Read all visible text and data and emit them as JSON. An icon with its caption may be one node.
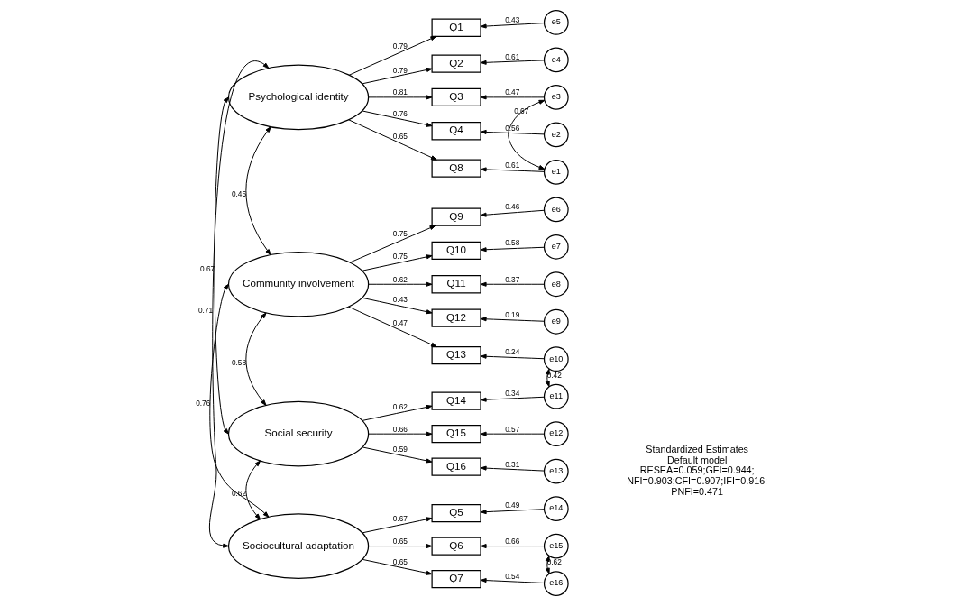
{
  "diagram": {
    "nodes": [
      {
        "text": [
          "Psychological identity"
        ]
      },
      {
        "text": [
          "Q1"
        ]
      },
      {
        "text": [
          "Q2"
        ]
      },
      {
        "text": [
          "Q3"
        ]
      },
      {
        "text": [
          "Q4"
        ]
      },
      {
        "text": [
          "Q8"
        ]
      },
      {
        "text": [
          "e5"
        ]
      },
      {
        "text": [
          "e4"
        ]
      },
      {
        "text": [
          "e3"
        ]
      },
      {
        "text": [
          "e2"
        ]
      },
      {
        "text": [
          "e1"
        ]
      },
      {
        "text": [
          "Community involvement"
        ]
      },
      {
        "text": [
          "Q9"
        ]
      },
      {
        "text": [
          "Q10"
        ]
      },
      {
        "text": [
          "Q11"
        ]
      },
      {
        "text": [
          "Q12"
        ]
      },
      {
        "text": [
          "Q13"
        ]
      },
      {
        "text": [
          "e6"
        ]
      },
      {
        "text": [
          "e7"
        ]
      },
      {
        "text": [
          "e8"
        ]
      },
      {
        "text": [
          "e9"
        ]
      },
      {
        "text": [
          "e10"
        ]
      },
      {
        "text": [
          "Social security"
        ]
      },
      {
        "text": [
          "Q14"
        ]
      },
      {
        "text": [
          "Q15"
        ]
      },
      {
        "text": [
          "Q16"
        ]
      },
      {
        "text": [
          "e11"
        ]
      },
      {
        "text": [
          "e12"
        ]
      },
      {
        "text": [
          "e13"
        ]
      },
      {
        "text": [
          "Sociocultural adaptation"
        ]
      },
      {
        "text": [
          "Q5"
        ]
      },
      {
        "text": [
          "Q6"
        ]
      },
      {
        "text": [
          "Q7"
        ]
      },
      {
        "text": [
          "e14"
        ]
      },
      {
        "text": [
          "e15"
        ]
      },
      {
        "text": [
          "e16"
        ]
      }
    ],
    "edges": [
      {
        "from": 0,
        "to": 1,
        "arrow": "to",
        "label": "0.79"
      },
      {
        "from": 0,
        "to": 2,
        "arrow": "to",
        "label": "0.79"
      },
      {
        "from": 0,
        "to": 3,
        "arrow": "to",
        "label": "0.81"
      },
      {
        "from": 0,
        "to": 4,
        "arrow": "to",
        "label": "0.76"
      },
      {
        "from": 0,
        "to": 5,
        "arrow": "to",
        "label": "0.65"
      },
      {
        "from": 6,
        "to": 1,
        "arrow": "to",
        "label": "0.43"
      },
      {
        "from": 7,
        "to": 2,
        "arrow": "to",
        "label": "0.61"
      },
      {
        "from": 8,
        "to": 3,
        "arrow": "to",
        "label": "0.47"
      },
      {
        "from": 9,
        "to": 4,
        "arrow": "to",
        "label": "0.56"
      },
      {
        "from": 10,
        "to": 5,
        "arrow": "to",
        "label": "0.61"
      },
      {
        "from": 8,
        "to": 10,
        "arrow": "both",
        "label": "0.67"
      },
      {
        "from": 11,
        "to": 12,
        "arrow": "to",
        "label": "0.75"
      },
      {
        "from": 11,
        "to": 13,
        "arrow": "to",
        "label": "0.75"
      },
      {
        "from": 11,
        "to": 14,
        "arrow": "to",
        "label": "0.62"
      },
      {
        "from": 11,
        "to": 15,
        "arrow": "to",
        "label": "0.43"
      },
      {
        "from": 11,
        "to": 16,
        "arrow": "to",
        "label": "0.47"
      },
      {
        "from": 17,
        "to": 12,
        "arrow": "to",
        "label": "0.46"
      },
      {
        "from": 18,
        "to": 13,
        "arrow": "to",
        "label": "0.58"
      },
      {
        "from": 19,
        "to": 14,
        "arrow": "to",
        "label": "0.37"
      },
      {
        "from": 20,
        "to": 15,
        "arrow": "to",
        "label": "0.19"
      },
      {
        "from": 21,
        "to": 16,
        "arrow": "to",
        "label": "0.24"
      },
      {
        "from": 21,
        "to": 26,
        "arrow": "both",
        "label": "0.42"
      },
      {
        "from": 22,
        "to": 23,
        "arrow": "to",
        "label": "0.62"
      },
      {
        "from": 22,
        "to": 24,
        "arrow": "to",
        "label": "0.66"
      },
      {
        "from": 22,
        "to": 25,
        "arrow": "to",
        "label": "0.59"
      },
      {
        "from": 26,
        "to": 23,
        "arrow": "to",
        "label": "0.34"
      },
      {
        "from": 27,
        "to": 24,
        "arrow": "to",
        "label": "0.57"
      },
      {
        "from": 28,
        "to": 25,
        "arrow": "to",
        "label": "0.31"
      },
      {
        "from": 29,
        "to": 30,
        "arrow": "to",
        "label": "0.67"
      },
      {
        "from": 29,
        "to": 31,
        "arrow": "to",
        "label": "0.65"
      },
      {
        "from": 29,
        "to": 32,
        "arrow": "to",
        "label": "0.65"
      },
      {
        "from": 33,
        "to": 30,
        "arrow": "to",
        "label": "0.49"
      },
      {
        "from": 34,
        "to": 31,
        "arrow": "to",
        "label": "0.66"
      },
      {
        "from": 35,
        "to": 32,
        "arrow": "to",
        "label": "0.54"
      },
      {
        "from": 34,
        "to": 35,
        "arrow": "both",
        "label": "0.62"
      },
      {
        "from": 0,
        "to": 11,
        "arrow": "both",
        "label": "0.45"
      },
      {
        "from": 0,
        "to": 22,
        "arrow": "both",
        "label": "0.67"
      },
      {
        "from": 0,
        "to": 29,
        "arrow": "both",
        "label": "0.71"
      },
      {
        "from": 11,
        "to": 22,
        "arrow": "both",
        "label": "0.58"
      },
      {
        "from": 11,
        "to": 29,
        "arrow": "both",
        "label": "0.76"
      },
      {
        "from": 22,
        "to": 29,
        "arrow": "both",
        "label": "0.62"
      }
    ],
    "labels": [
      "Standardized Estimates",
      "Default model",
      "RESEA=0.059;GFI=0.944;",
      "NFI=0.903;CFI=0.907;IFI=0.916;",
      "PNFI=0.471"
    ]
  }
}
